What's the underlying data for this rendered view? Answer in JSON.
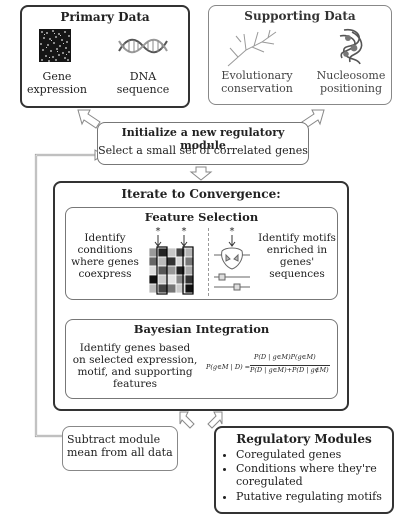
{
  "primary": {
    "title": "Primary Data",
    "gene_label": "Gene\nexpression",
    "dna_label": "DNA\nsequence"
  },
  "supporting": {
    "title": "Supporting Data",
    "evo_label": "Evolutionary\nconservation",
    "nuc_label": "Nucleosome\npositioning"
  },
  "init": {
    "title": "Initialize a new regulatory module",
    "subtitle": "Select a small set of correlated genes"
  },
  "iterate": {
    "title": "Iterate to Convergence:",
    "feature": {
      "title": "Feature Selection",
      "left_text": "Identify\nconditions\nwhere genes\ncoexpress",
      "right_text": "Identify motifs\nenriched in\ngenes'\nsequences"
    },
    "bayes": {
      "title": "Bayesian Integration",
      "text": "Identify genes based\non selected expression,\nmotif, and supporting\nfeatures",
      "eq_lhs": "P(g∈M | D) =",
      "eq_num": "P(D | g∈M)P(g∈M)",
      "eq_den": "P(D | g∈M)+P(D | g∉M)"
    }
  },
  "subtract": {
    "text": "Subtract module\nmean from all data"
  },
  "modules": {
    "title": "Regulatory Modules",
    "items": [
      "Coregulated genes",
      "Conditions where they're\ncoregulated",
      "Putative regulating motifs"
    ]
  }
}
